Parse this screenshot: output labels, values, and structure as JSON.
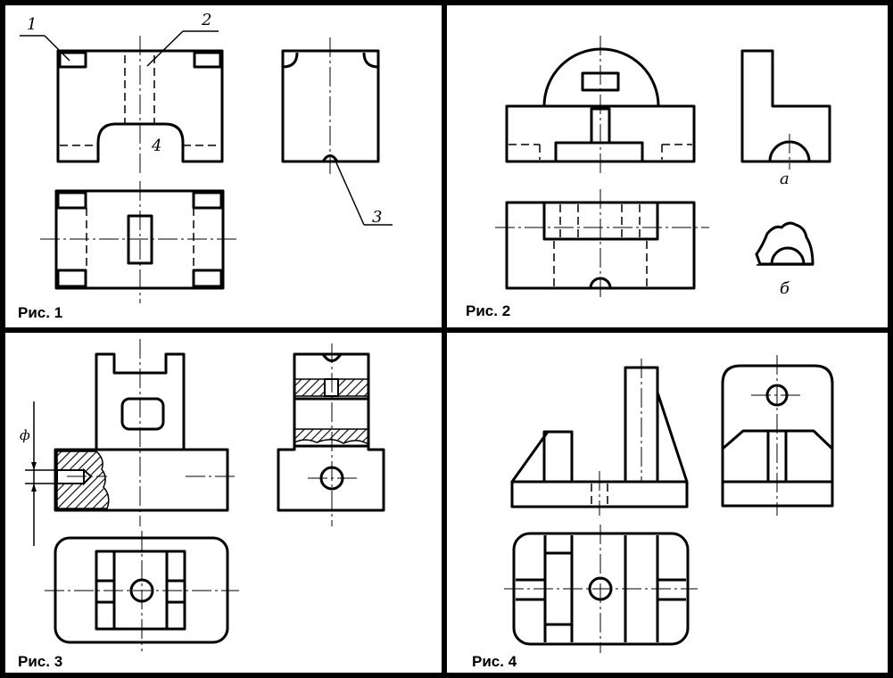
{
  "figures": [
    {
      "caption": "Рис. 1",
      "labels": [
        "1",
        "2",
        "3",
        "4"
      ]
    },
    {
      "caption": "Рис. 2",
      "labels": [
        "а",
        "б"
      ]
    },
    {
      "caption": "Рис. 3",
      "labels": [
        "ф"
      ]
    },
    {
      "caption": "Рис. 4",
      "labels": []
    }
  ],
  "colors": {
    "ink": "#000000",
    "paper": "#ffffff",
    "frame": "#000000"
  }
}
